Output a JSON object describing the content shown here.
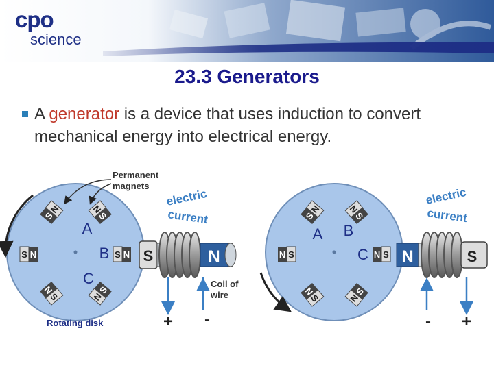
{
  "logo": {
    "line1": "cpo",
    "line2": "science"
  },
  "slide": {
    "title": "23.3 Generators",
    "bullet_pre": "A ",
    "bullet_highlight": "generator",
    "bullet_post": " is a device that uses induction to convert mechanical energy into electrical energy."
  },
  "diagram_left": {
    "permanent_magnets_label": [
      "Permanent",
      "magnets"
    ],
    "electric_current_label": [
      "electric",
      "current"
    ],
    "coil_label": [
      "Coil of",
      "wire"
    ],
    "rotating_disk_label": "Rotating disk",
    "points": {
      "a": "A",
      "b": "B",
      "c": "C"
    },
    "coil_ends": {
      "left": "S",
      "right": "N"
    },
    "terminals": {
      "left": "+",
      "right": "-"
    }
  },
  "diagram_right": {
    "electric_current_label": [
      "electric",
      "current"
    ],
    "points": {
      "a": "A",
      "b": "B",
      "c": "C"
    },
    "coil_ends": {
      "left": "N",
      "right": "S"
    },
    "terminals": {
      "left": "-",
      "right": "+"
    }
  },
  "magnet_letters": {
    "n": "N",
    "s": "S"
  },
  "colors": {
    "title": "#1a1a8c",
    "highlight": "#c0392b",
    "disk": "#a9c6ea",
    "arrow": "#3b7fc4",
    "accent": "#2a7fb8"
  }
}
